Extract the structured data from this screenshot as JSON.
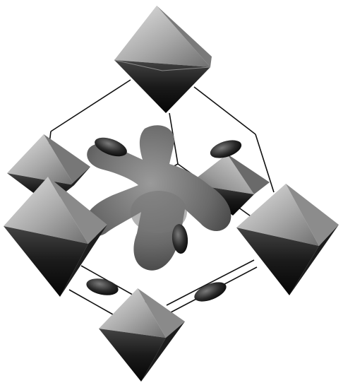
{
  "figure": {
    "description_type": "crystal-structure-illustration",
    "colors": {
      "background": "#ffffff",
      "edge": "#111111",
      "octahedron_light": "#cfcfcf",
      "octahedron_mid": "#8e8e8e",
      "octahedron_dark": "#141414",
      "blob": "#6a6a6a",
      "ellipsoid": "#2a2a2a"
    },
    "octahedra_count": 6,
    "ellipsoid_count": 5,
    "central_shape": "six-armed cross density"
  }
}
